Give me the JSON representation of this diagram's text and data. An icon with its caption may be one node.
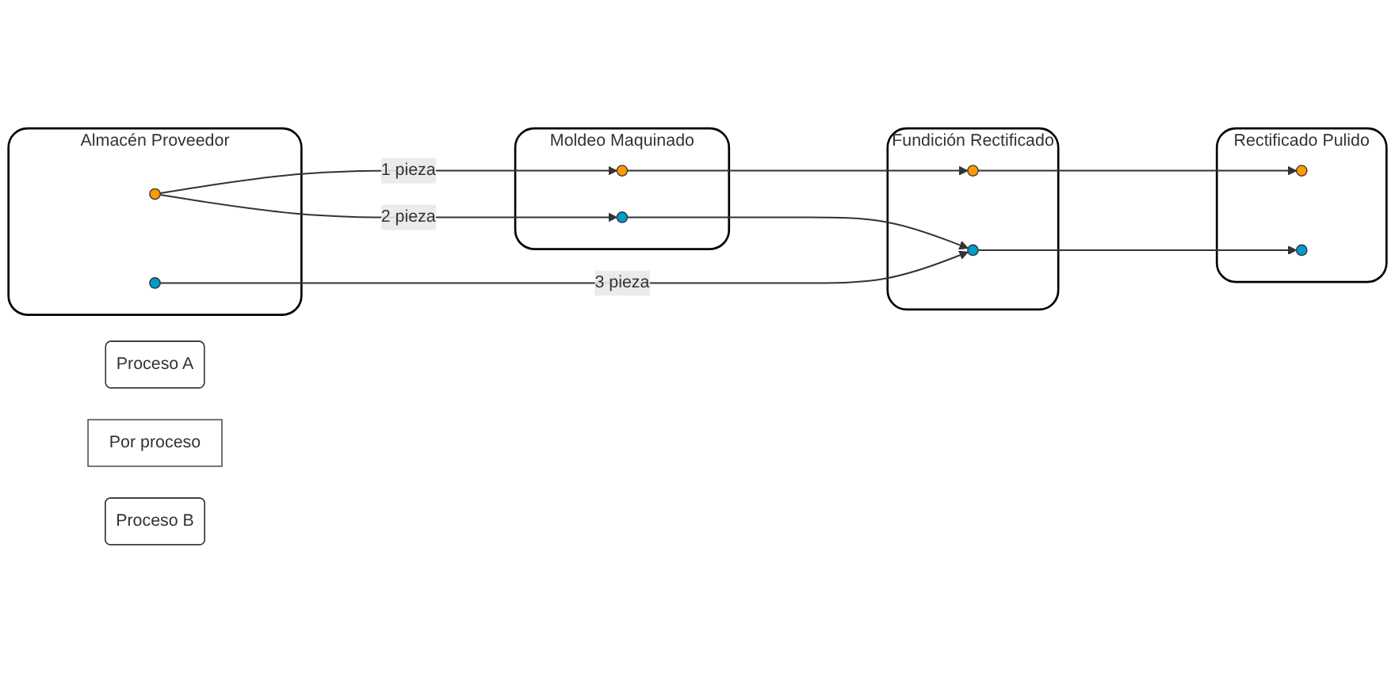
{
  "diagram": {
    "nodes": [
      {
        "text": [
          "Proceso A"
        ]
      },
      {
        "text": [
          "Por proceso"
        ]
      },
      {
        "text": [
          "Almacén Proveedor"
        ]
      },
      {
        "text": [],
        "shape": "circle",
        "in": 2
      },
      {
        "text": [],
        "shape": "circle",
        "in": 2
      },
      {
        "text": [
          "Moldeo Maquinado"
        ]
      },
      {
        "text": [],
        "shape": "circle",
        "in": 5
      },
      {
        "text": [],
        "shape": "circle",
        "in": 5
      },
      {
        "text": [
          "Fundición Rectificado"
        ]
      },
      {
        "text": [],
        "shape": "circle",
        "in": 8
      },
      {
        "text": [],
        "shape": "circle",
        "in": 8
      },
      {
        "text": [
          "Rectificado Pulido"
        ]
      },
      {
        "text": [],
        "shape": "circle",
        "in": 11
      },
      {
        "text": [],
        "shape": "circle",
        "in": 11
      },
      {
        "text": [
          "Proceso B"
        ]
      }
    ],
    "edges": [
      {
        "from": 3,
        "to": 6,
        "arrow": "to",
        "label": "1 pieza"
      },
      {
        "from": 3,
        "to": 7,
        "arrow": "to",
        "label": "2 pieza"
      },
      {
        "from": 4,
        "to": 10,
        "arrow": "to",
        "label": "3 pieza"
      },
      {
        "from": 6,
        "to": 9,
        "arrow": "to"
      },
      {
        "from": 9,
        "to": 12,
        "arrow": "to"
      },
      {
        "from": 7,
        "to": 10,
        "arrow": "to"
      },
      {
        "from": 10,
        "to": 13,
        "arrow": "to"
      }
    ]
  }
}
